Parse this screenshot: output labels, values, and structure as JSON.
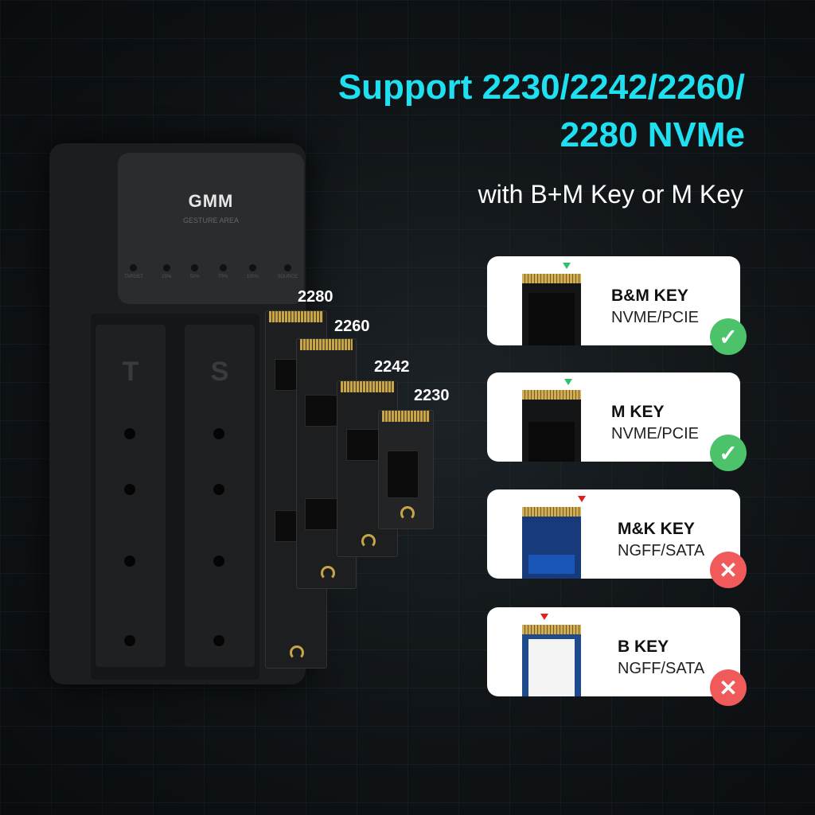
{
  "headline": {
    "line1": "Support 2230/2242/2260/",
    "line2": "2280 NVMe",
    "sub": "with B+M Key or M Key"
  },
  "device": {
    "logo": "GMM",
    "logo_sub": "GESTURE AREA",
    "leds": [
      "TARGET",
      "25%",
      "50%",
      "75%",
      "100%",
      "SOURCE"
    ],
    "slots": [
      "T",
      "S"
    ]
  },
  "sizes": [
    "2280",
    "2260",
    "2242",
    "2230"
  ],
  "cards": [
    {
      "key": "B&M KEY",
      "protocol": "NVME/PCIE",
      "supported": true
    },
    {
      "key": "M KEY",
      "protocol": "NVME/PCIE",
      "supported": true
    },
    {
      "key": "M&K KEY",
      "protocol": "NGFF/SATA",
      "supported": false
    },
    {
      "key": "B KEY",
      "protocol": "NGFF/SATA",
      "supported": false
    }
  ],
  "colors": {
    "accent": "#1ee0f0",
    "ok": "#4cc26a",
    "bad": "#f05a5a"
  }
}
